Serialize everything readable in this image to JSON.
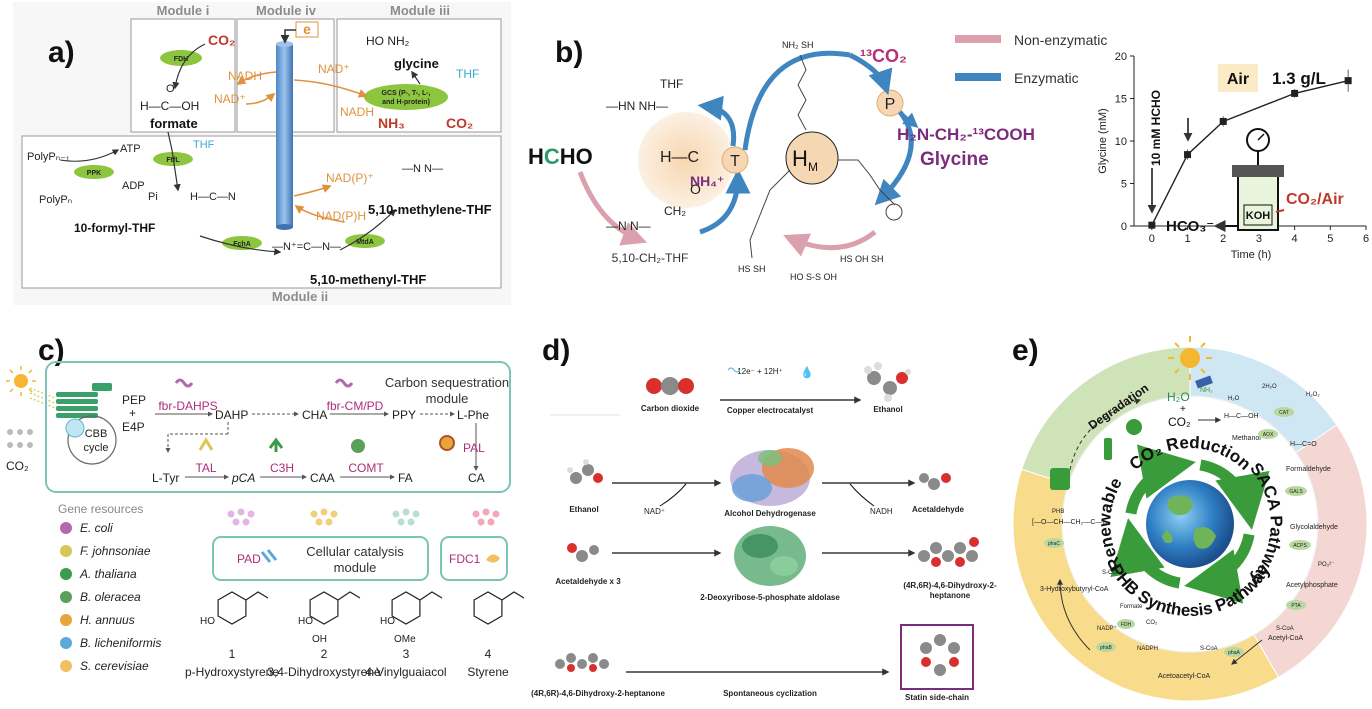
{
  "panels": {
    "a": {
      "letter": "a)",
      "modules": [
        "Module i",
        "Module iv",
        "Module iii",
        "Module ii"
      ],
      "electron": "e",
      "mol": {
        "co2": "CO₂",
        "formate": "formate",
        "glycine": "glycine",
        "thf": "THF",
        "nh3": "NH₃",
        "co2b": "CO₂",
        "polypn1": "PolyPₙ₋₁",
        "polypn": "PolyPₙ",
        "atp": "ATP",
        "adp": "ADP",
        "pi": "Pi",
        "thf2": "THF",
        "formylthf": "10-formyl-THF",
        "methylenethf": "5,10-methylene-THF",
        "methenylthf": "5,10-methenyl-THF"
      },
      "cofactors": {
        "nadh1": "NADH",
        "nad1": "NAD⁺",
        "nad2": "NAD⁺",
        "nadh2": "NADH",
        "nadp": "NAD(P)⁺",
        "nadph": "NAD(P)H"
      },
      "enzymes": {
        "fdh": "FDH",
        "gcs1": "GCS (P-, T-, L-,",
        "gcs2": "and H-protein)",
        "ppk": "PPK",
        "ftfl": "FtfL",
        "fcha": "FchA",
        "mtda": "MtdA"
      }
    },
    "b": {
      "letter": "b)",
      "hcho_h": "H",
      "hcho_c": "C",
      "hcho_o": "HO",
      "thf": "THF",
      "ch2thf": "5,10-CH₂-THF",
      "ch2": "CH₂",
      "nh4": "NH₄⁺",
      "t": "T",
      "p": "P",
      "hm": "H",
      "hm_sub": "M",
      "co2_13": "¹³CO₂",
      "glycine_formula": "H₂N-CH₂-¹³COOH",
      "glycine": "Glycine",
      "legend_non": "Non-enzymatic",
      "legend_enz": "Enzymatic",
      "colors": {
        "non": "#dba0ad",
        "enz": "#3f86c0",
        "hm_fill": "#f6d7b3",
        "glycine": "#7b2d7b"
      }
    },
    "c": {
      "letter": "c)",
      "metabolites": {
        "pep": "PEP",
        "e4p": "E4P",
        "dahp": "DAHP",
        "cha": "CHA",
        "ppy": "PPY",
        "lphe": "L-Phe",
        "ltyr": "L-Tyr",
        "pca": "pCA",
        "caa": "CAA",
        "fa": "FA",
        "ca": "CA",
        "co2": "CO₂",
        "cbb1": "CBB",
        "cbb2": "cycle"
      },
      "enzymes": {
        "fbrdahps": "fbr-DAHPS",
        "fbrcm": "fbr-CM/PD",
        "tal": "TAL",
        "c3h": "C3H",
        "comt": "COMT",
        "pal": "PAL",
        "pad": "PAD",
        "fdc1": "FDC1"
      },
      "module1": "Carbon sequestration",
      "module2": "module",
      "cat1": "Cellular catalysis",
      "cat2": "module",
      "gene_title": "Gene resources",
      "genes": [
        "E. coli",
        "F. johnsoniae",
        "A. thaliana",
        "B. oleracea",
        "H. annuus",
        "B. licheniformis",
        "S. cerevisiae"
      ],
      "products": [
        {
          "num": "1",
          "name": "p-Hydroxystyrene"
        },
        {
          "num": "2",
          "name": "3,4-Dihydroxystyrene"
        },
        {
          "num": "3",
          "name": "4-Vinylguaiacol"
        },
        {
          "num": "4",
          "name": "Styrene"
        }
      ],
      "frame_color": "#7cc4b8"
    },
    "d": {
      "letter": "d)",
      "electrons": "12e⁻ + 12H⁺",
      "labels": {
        "co2": "Carbon dioxide",
        "cu": "Copper electrocatalyst",
        "ethanol1": "Ethanol",
        "ethanol2": "Ethanol",
        "nad": "NAD⁺",
        "adh": "Alcohol Dehydrogenase",
        "nadh": "NADH",
        "acetaldehyde": "Acetaldehyde",
        "acex3": "Acetaldehyde x 3",
        "dera": "2-Deoxyribose-5-phosphate aldolase",
        "prod1": "(4R,6R)-4,6-Dihydroxy-2-",
        "prod2": "heptanone",
        "start": "(4R,6R)-4,6-Dihydroxy-2-heptanone",
        "spont": "Spontaneous cyclization",
        "statin": "Statin side-chain"
      }
    },
    "e": {
      "letter": "e)",
      "center": {
        "co2red": "CO₂ Reduction",
        "renewable": "Renewable",
        "saca": "SACA Pathway",
        "phb": "PHB Synthesis Pathway"
      },
      "sectors": {
        "degradation": "Degradation"
      },
      "mol": {
        "h2o": "H₂O",
        "plus": "+",
        "co2": "CO₂",
        "methanol": "Methanol",
        "formaldehyde": "Formaldehyde",
        "glycolaldehyde": "Glycolaldehyde",
        "acetylphosphate": "Acetylphosphate",
        "acetylcoa": "Acetyl-CoA",
        "acetoacetylcoa": "Acetoacetyl-CoA",
        "hbcoa": "3-Hydroxybutyryl-CoA",
        "phb": "PHB",
        "formate": "Formate",
        "co2b": "CO₂",
        "nadp": "NADP⁺",
        "nadph": "NADPH",
        "h2o2": "2H₂O",
        "h2o2b": "H₂O₂",
        "po3": "PO₃²⁻",
        "scoa1": "S-CoA",
        "scoa2": "S-CoA",
        "scoa3": "S-CoA",
        "nh2": "NH₂",
        "h2o_small": "H₂O"
      },
      "enzymes": {
        "aox": "AOX",
        "cat": "CAT",
        "gals": "GALS",
        "acps": "ACPS",
        "pta": "PTA",
        "phaa": "phaA",
        "phab": "phaB",
        "phac": "phaC",
        "fdh": "FDH"
      },
      "colors": {
        "green_sector": "#cfe3b8",
        "blue_sector": "#cfe6f3",
        "pink_sector": "#f4d6d3",
        "yellow_sector": "#f8dc8c",
        "arrow": "#3a9b3a"
      }
    }
  },
  "chart_data": {
    "type": "line",
    "title": "",
    "xlabel": "Time (h)",
    "ylabel": "Glycine (mM)",
    "xlim": [
      -0.5,
      6
    ],
    "ylim": [
      0,
      20
    ],
    "xticks": [
      0,
      1,
      2,
      3,
      4,
      5,
      6
    ],
    "yticks": [
      0,
      5,
      10,
      15,
      20
    ],
    "grid": false,
    "x": [
      0,
      1,
      2,
      4,
      5.5
    ],
    "series": [
      {
        "values": [
          0.1,
          8.4,
          12.3,
          15.6,
          17.1
        ],
        "errors": [
          0.1,
          0.6,
          0.6,
          0.5,
          1.3
        ]
      }
    ],
    "annotations": {
      "air": "Air",
      "conc": "1.3 g/L",
      "hcho": "10 mM HCHO",
      "co2air": "CO₂/Air",
      "hco3": "HCO₃⁻",
      "koh": "KOH"
    }
  }
}
